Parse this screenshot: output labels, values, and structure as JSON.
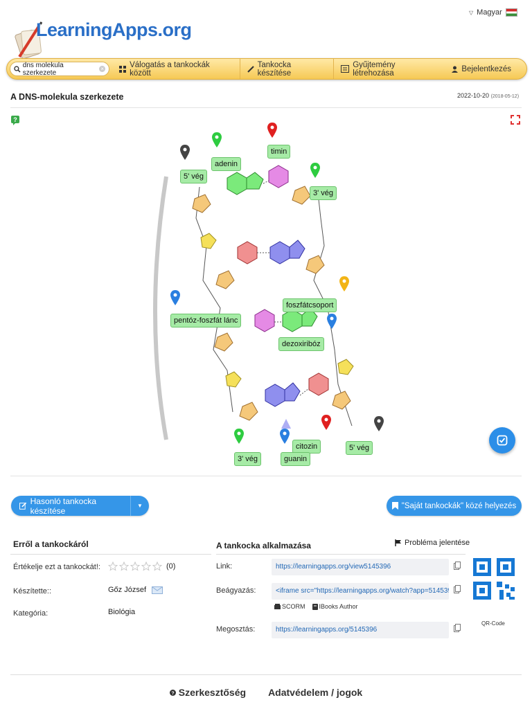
{
  "header": {
    "logo_text": "LearningApps.org",
    "language": "Magyar"
  },
  "nav": {
    "search_value": "dns molekula szerkezete",
    "browse_label": "Válogatás a tankockák között",
    "create_label": "Tankocka készítése",
    "collection_label": "Gyűjtemény létrehozása",
    "login_label": "Bejelentkezés"
  },
  "app": {
    "title": "A DNS-molekula szerkezete",
    "date": "2022-10-20",
    "date_original": "(2018-05-12)",
    "labels": {
      "adenin": "adenin",
      "timin": "timin",
      "veg5_top": "5' vég",
      "veg3_top": "3' vég",
      "foszfatcsoport": "foszfátcsoport",
      "pentoz": "pentóz-foszfát lánc",
      "dezoxiriboz": "dezoxiribóz",
      "citozin": "citozin",
      "guanin": "guanin",
      "veg3_bottom": "3' vég",
      "veg5_bottom": "5' vég"
    },
    "pin_colors": {
      "black": "#444444",
      "green": "#2ecc40",
      "red": "#e02020",
      "blue": "#2a7fe0",
      "yellow": "#f2b416",
      "purple": "#8c8cf0"
    }
  },
  "actions": {
    "similar_label": "Hasonló tankocka készítése",
    "save_label": "\"Saját tankockák\" közé helyezés"
  },
  "about": {
    "heading": "Erről a tankockáról",
    "rate_label": "Értékelje ezt a tankockát!:",
    "rating_count": "(0)",
    "author_label": "Készítette::",
    "author_value": "Gőz József",
    "category_label": "Kategória:",
    "category_value": "Biológia"
  },
  "usage": {
    "heading": "A tankocka alkalmazása",
    "report_label": "Probléma jelentése",
    "link_label": "Link:",
    "link_value": "https://learningapps.org/view5145396",
    "embed_label": "Beágyazás:",
    "embed_value": "<iframe src=\"https://learningapps.org/watch?app=514539",
    "scorm_label": "SCORM",
    "ibooks_label": "IBooks Author",
    "share_label": "Megosztás:",
    "share_value": "https://learningapps.org/5145396",
    "qr_label": "QR-Code"
  },
  "footer": {
    "editorial": "Szerkesztőség",
    "privacy": "Adatvédelem / jogok"
  }
}
